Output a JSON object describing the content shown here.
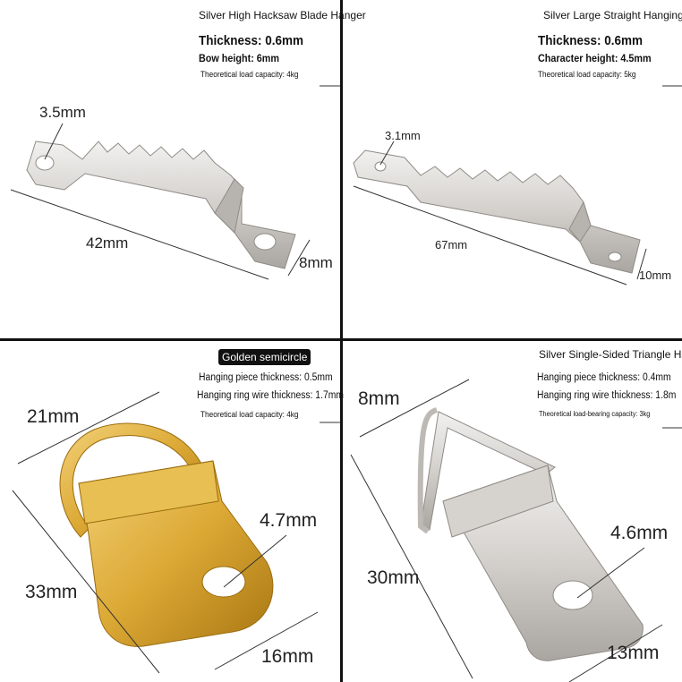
{
  "panels": {
    "top_left": {
      "title": "Silver High Hacksaw Blade Hanger",
      "spec1": "Thickness: 0.6mm",
      "spec2": "Bow height: 6mm",
      "spec3": "Theoretical load capacity: 4kg",
      "dim_hole": "3.5mm",
      "dim_length": "42mm",
      "dim_width": "8mm"
    },
    "top_right": {
      "title": "Silver Large Straight Hanging",
      "spec1": "Thickness: 0.6mm",
      "spec2": "Character height: 4.5mm",
      "spec3": "Theoretical load capacity: 5kg",
      "dim_hole": "3.1mm",
      "dim_length": "67mm",
      "dim_width": "10mm"
    },
    "bottom_left": {
      "title": "Golden semicircle",
      "spec1": "Hanging piece thickness: 0.5mm",
      "spec2": "Hanging ring wire thickness: 1.7mm",
      "spec3": "Theoretical load capacity: 4kg",
      "dim_top": "21mm",
      "dim_height": "33mm",
      "dim_hole": "4.7mm",
      "dim_bottom": "16mm"
    },
    "bottom_right": {
      "title": "Silver Single-Sided Triangle Hang",
      "spec1": "Hanging piece thickness: 0.4mm",
      "spec2": "Hanging ring wire thickness: 1.8m",
      "spec3": "Theoretical load-bearing capacity: 3kg",
      "dim_top": "8mm",
      "dim_height": "30mm",
      "dim_hole": "4.6mm",
      "dim_bottom": "13mm"
    }
  },
  "colors": {
    "silver": "#d9d6d3",
    "silver_dark": "#9e9a96",
    "gold": "#e0b23a",
    "gold_dark": "#b07f16",
    "line": "#333333"
  }
}
